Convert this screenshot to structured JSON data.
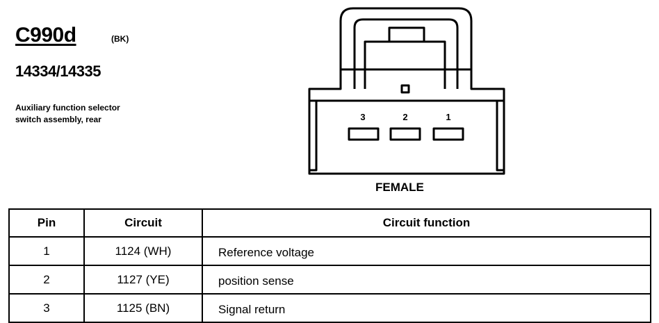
{
  "connector": {
    "id": "C990d",
    "color_code": "(BK)",
    "part_number": "14334/14335",
    "description_line1": "Auxiliary function selector",
    "description_line2": "switch assembly, rear",
    "gender": "FEMALE",
    "cavity_labels": [
      "3",
      "2",
      "1"
    ]
  },
  "table": {
    "headers": [
      "Pin",
      "Circuit",
      "Circuit function"
    ],
    "rows": [
      {
        "pin": "1",
        "circuit": "1124 (WH)",
        "function": "Reference voltage"
      },
      {
        "pin": "2",
        "circuit": "1127 (YE)",
        "function": "position sense"
      },
      {
        "pin": "3",
        "circuit": "1125 (BN)",
        "function": "Signal return"
      }
    ]
  }
}
